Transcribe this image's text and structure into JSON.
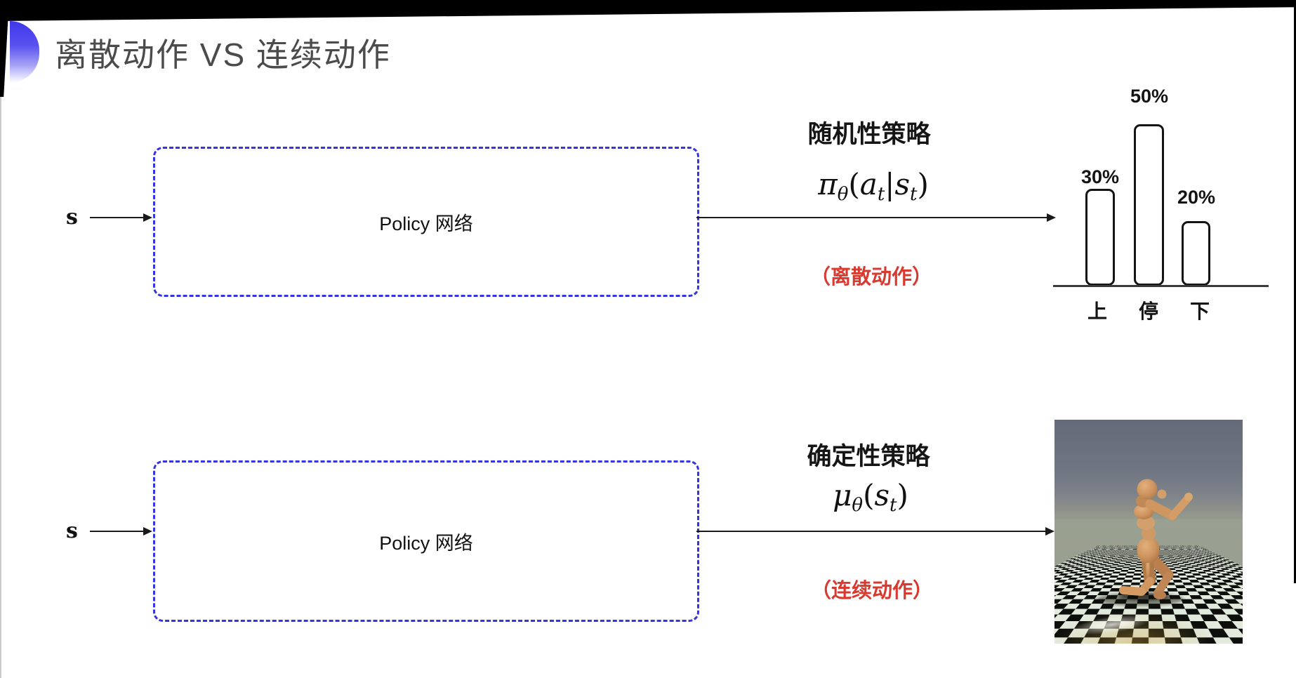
{
  "slide": {
    "title": "离散动作 VS 连续动作",
    "accent_color": "#3f36ea",
    "dash_color": "#3434e4",
    "note_color": "#d93a30"
  },
  "rows": {
    "top": {
      "input_label": "s",
      "box_label": "Policy 网络",
      "policy_type": "随机性策略",
      "formula": {
        "symbol": "π",
        "symbol_sub": "θ",
        "open": "(",
        "arg1": "a",
        "arg1_sub": "t",
        "bar": "|",
        "arg2": "s",
        "arg2_sub": "t",
        "close": ")"
      },
      "action_note": "（离散动作）"
    },
    "bottom": {
      "input_label": "s",
      "box_label": "Policy 网络",
      "policy_type": "确定性策略",
      "formula": {
        "symbol": "μ",
        "symbol_sub": "θ",
        "open": "(",
        "arg1": "s",
        "arg1_sub": "t",
        "close": ")"
      },
      "action_note": "（连续动作）"
    }
  },
  "chart_data": {
    "type": "bar",
    "categories": [
      "上",
      "停",
      "下"
    ],
    "values": [
      30,
      50,
      20
    ],
    "value_labels": [
      "30%",
      "50%",
      "20%"
    ],
    "title": "",
    "xlabel": "",
    "ylabel": "",
    "ylim": [
      0,
      60
    ],
    "grid": false,
    "legend": false
  },
  "photo": {
    "name": "mujoco-humanoid-on-checkerboard"
  }
}
